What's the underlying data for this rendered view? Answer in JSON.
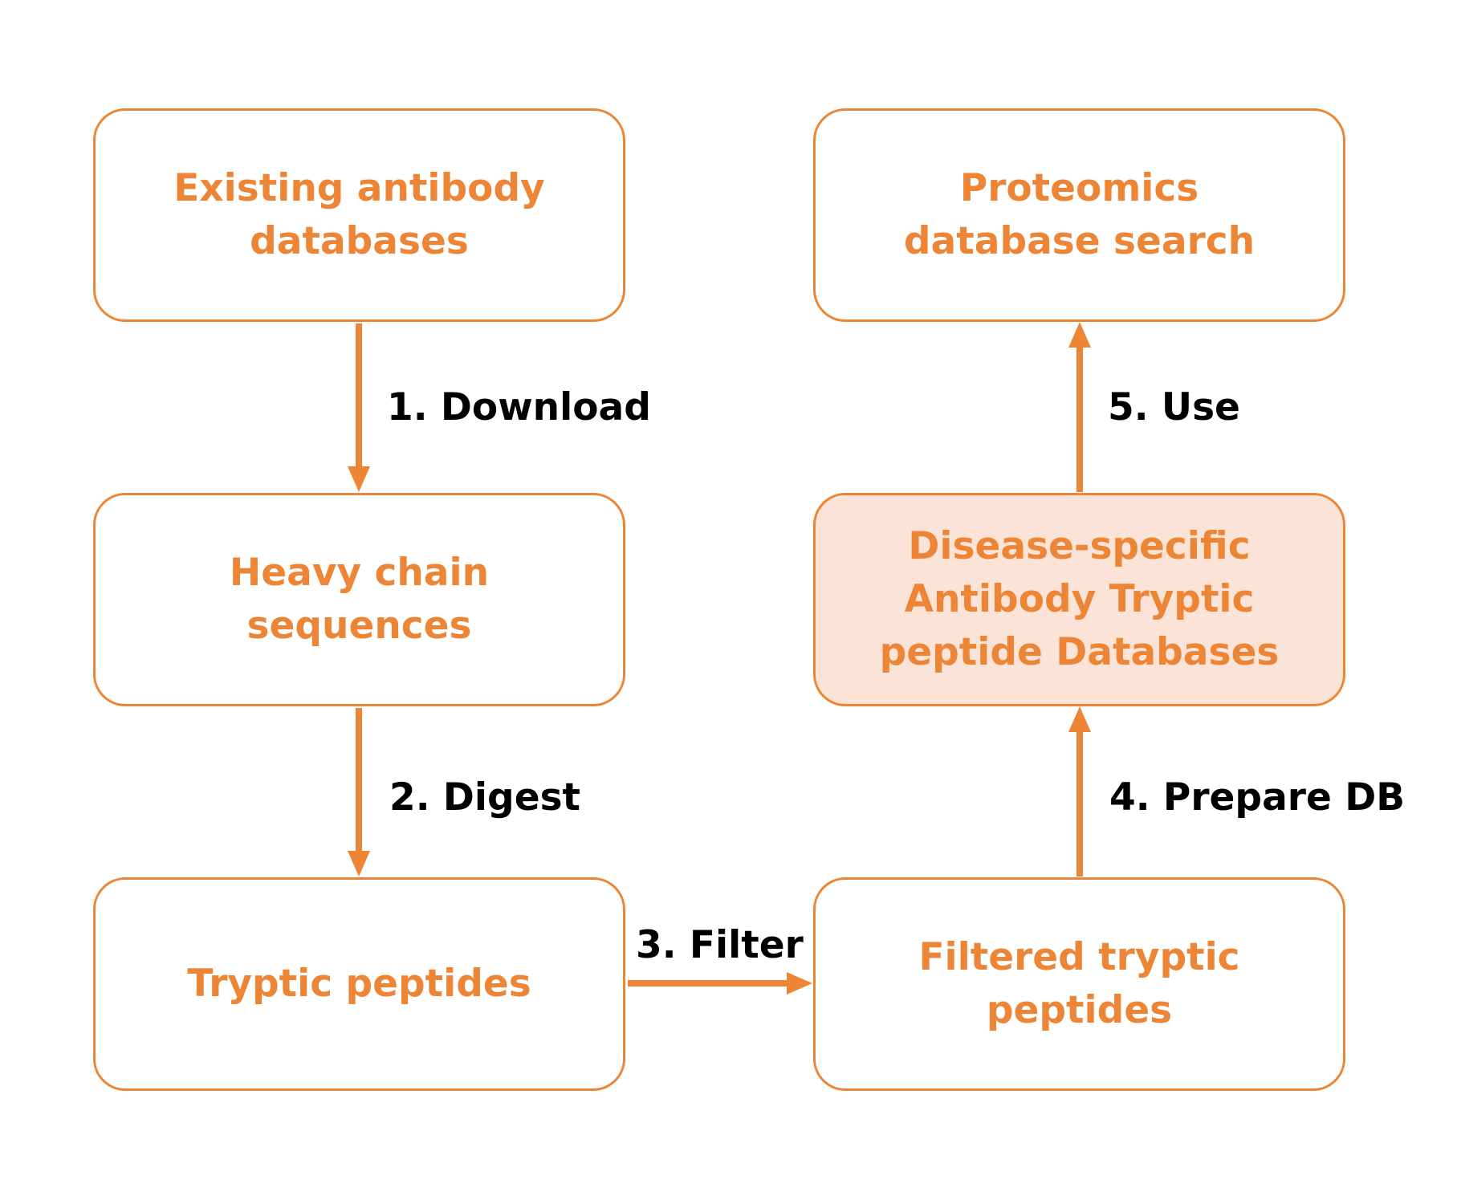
{
  "colors": {
    "accent": "#ED8536",
    "highlight_fill": "#FBE4D7",
    "label_text": "#000000"
  },
  "nodes": {
    "existing_db": {
      "lines": [
        "Existing antibody",
        "databases"
      ]
    },
    "heavy_chain": {
      "lines": [
        "Heavy chain",
        "sequences"
      ]
    },
    "tryptic": {
      "lines": [
        "Tryptic peptides"
      ]
    },
    "filtered": {
      "lines": [
        "Filtered tryptic",
        "peptides"
      ]
    },
    "disease_db": {
      "lines": [
        "Disease-specific",
        "Antibody Tryptic",
        "peptide Databases"
      ]
    },
    "proteomics": {
      "lines": [
        "Proteomics",
        "database search"
      ]
    }
  },
  "edges": {
    "download": {
      "label": "1. Download"
    },
    "digest": {
      "label": "2. Digest"
    },
    "filter": {
      "label": "3. Filter"
    },
    "prepare": {
      "label": "4. Prepare DB"
    },
    "use": {
      "label": "5. Use"
    }
  }
}
